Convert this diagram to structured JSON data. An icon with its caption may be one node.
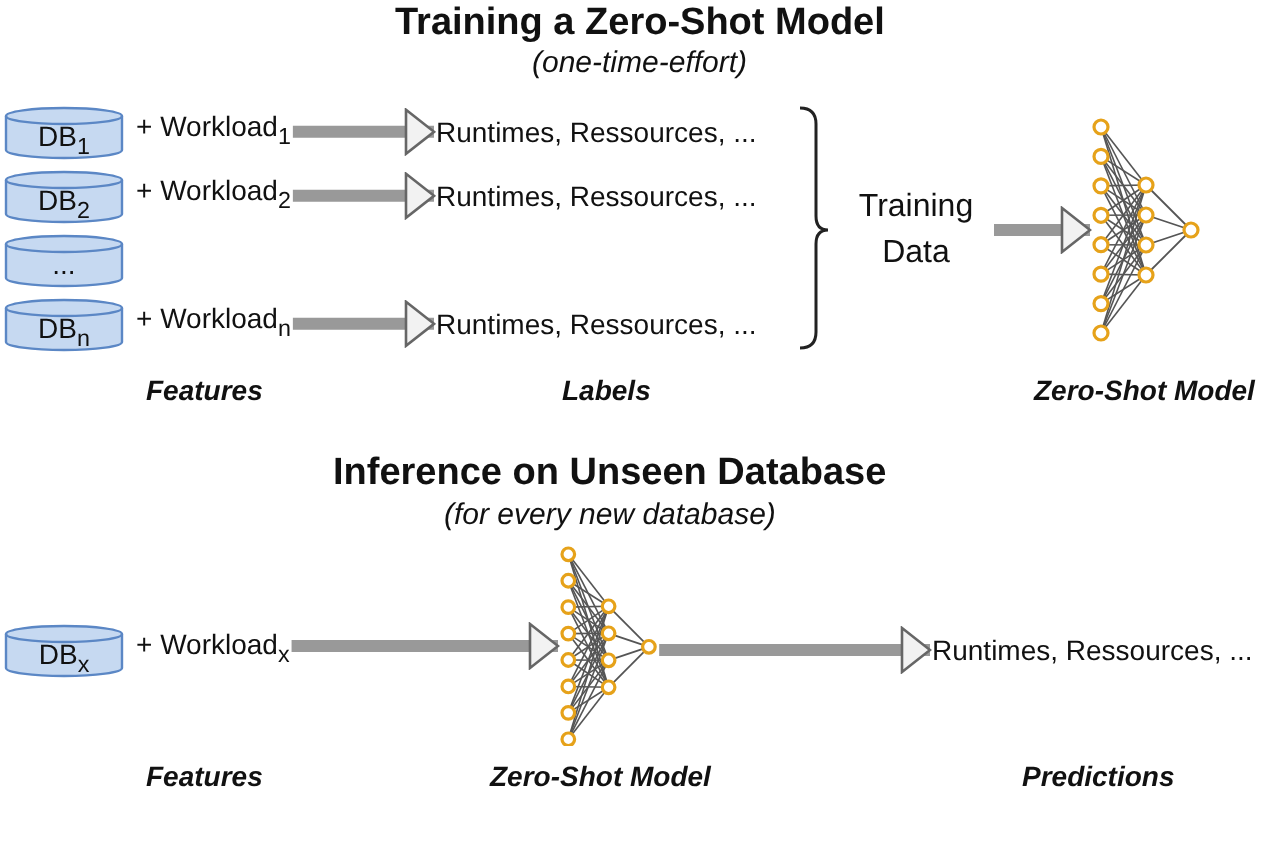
{
  "diagram": {
    "nodes": [
      {
        "text": [
          "DB$_{1}$"
        ]
      },
      {
        "text": [
          "+ Workload$_{1}$"
        ]
      },
      {
        "text": [
          "Runtimes, Ressources, ..."
        ]
      },
      {
        "text": [
          "DB$_{2}$"
        ]
      },
      {
        "text": [
          "+ Workload$_{2}$"
        ]
      },
      {
        "text": [
          "Runtimes, Ressources, ..."
        ]
      },
      {
        "text": [
          "..."
        ]
      },
      {
        "text": [
          "DB$_{n}$"
        ]
      },
      {
        "text": [
          "+ Workload$_{n}$"
        ]
      },
      {
        "text": [
          "Runtimes, Ressources, ..."
        ]
      },
      {
        "text": [
          "Training Data"
        ]
      },
      {
        "text": [],
        "shape": "picture"
      },
      {
        "text": [
          "DB$_{x}$"
        ]
      },
      {
        "text": [
          "+ Workload$_{x}$"
        ]
      },
      {
        "text": [],
        "shape": "picture"
      },
      {
        "text": [
          "Runtimes, Ressources, ..."
        ]
      }
    ],
    "edges": [
      {
        "from": 1,
        "to": 2,
        "arrow": "to"
      },
      {
        "from": 4,
        "to": 5,
        "arrow": "to"
      },
      {
        "from": 8,
        "to": 9,
        "arrow": "to"
      },
      {
        "from": 10,
        "to": 11,
        "arrow": "to"
      },
      {
        "from": 13,
        "to": 14,
        "arrow": "to"
      },
      {
        "from": 14,
        "to": 15,
        "arrow": "to"
      }
    ],
    "labels": [
      "Training a Zero-Shot Model",
      "(one-time-effort)",
      "Features",
      "Labels",
      "Zero-Shot Model",
      "Inference on Unseen Database",
      "(for every new database)",
      "Features",
      "Zero-Shot Model",
      "Predictions"
    ]
  }
}
